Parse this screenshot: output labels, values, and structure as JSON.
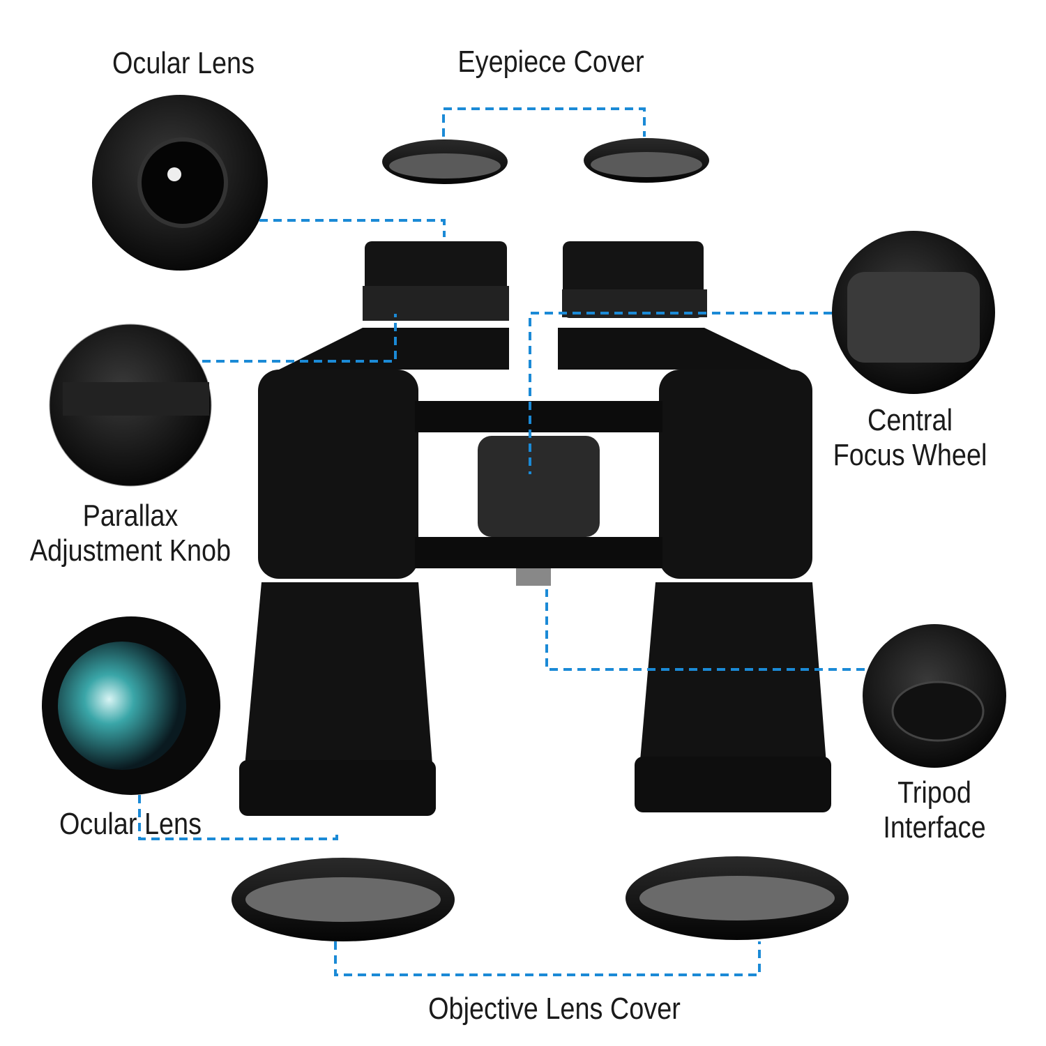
{
  "labels": {
    "ocular_lens_top": "Ocular Lens",
    "eyepiece_cover": "Eyepiece Cover",
    "central_focus_wheel": [
      "Central",
      "Focus Wheel"
    ],
    "parallax_knob": [
      "Parallax",
      "Adjustment Knob"
    ],
    "ocular_lens_bottom": "Ocular Lens",
    "tripod_interface": [
      "Tripod",
      "Interface"
    ],
    "objective_lens_cover": "Objective Lens Cover"
  },
  "colors": {
    "leader": "#1b8ad6",
    "body": "#111111",
    "lens_tint": "#3aa6a8"
  }
}
